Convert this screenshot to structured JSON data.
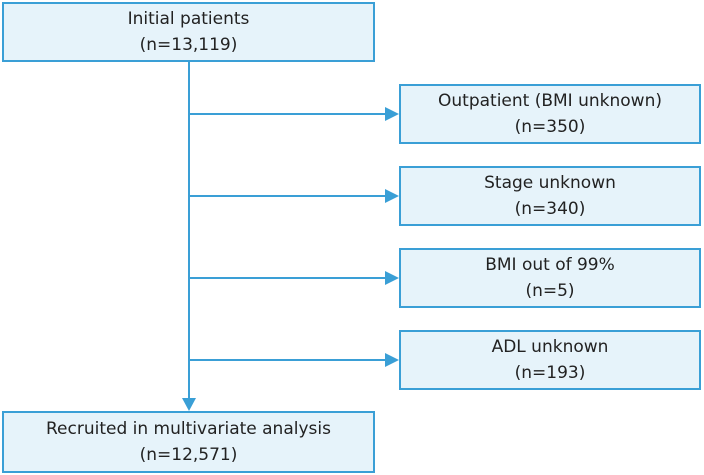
{
  "colors": {
    "box_fill": "#e6f3fa",
    "box_border": "#3a9fd6",
    "connector": "#3a9fd6",
    "text": "#222222"
  },
  "initial": {
    "label": "Initial patients",
    "count": "(n=13,119)"
  },
  "exclusions": [
    {
      "label": "Outpatient (BMI unknown)",
      "count": "(n=350)"
    },
    {
      "label": "Stage unknown",
      "count": "(n=340)"
    },
    {
      "label": "BMI out of 99%",
      "count": "(n=5)"
    },
    {
      "label": "ADL unknown",
      "count": "(n=193)"
    }
  ],
  "final": {
    "label": "Recruited in multivariate analysis",
    "count": "(n=12,571)"
  }
}
